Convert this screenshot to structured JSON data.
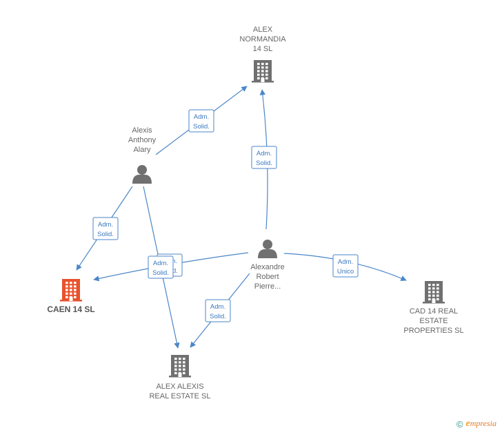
{
  "colors": {
    "edge": "#4a86c8",
    "building": "#707070",
    "building_main": "#e8532c",
    "person": "#707070"
  },
  "nodes": [
    {
      "id": "alex_normandia",
      "type": "company",
      "label": [
        "ALEX",
        "NORMANDIA",
        "14 SL"
      ],
      "main": false
    },
    {
      "id": "alexis_alary",
      "type": "person",
      "label": [
        "Alexis",
        "Anthony",
        "Alary"
      ],
      "main": false
    },
    {
      "id": "alexandre",
      "type": "person",
      "label": [
        "Alexandre",
        "Robert",
        "Pierre..."
      ],
      "main": false
    },
    {
      "id": "caen",
      "type": "company",
      "label": [
        "CAEN 14 SL"
      ],
      "main": true
    },
    {
      "id": "alex_alexis",
      "type": "company",
      "label": [
        "ALEX ALEXIS",
        "REAL ESTATE SL"
      ],
      "main": false
    },
    {
      "id": "cad14",
      "type": "company",
      "label": [
        "CAD 14 REAL",
        "ESTATE",
        "PROPERTIES SL"
      ],
      "main": false
    }
  ],
  "edges": [
    {
      "from": "alexis_alary",
      "to": "alex_normandia",
      "label": [
        "Adm.",
        "Solid."
      ]
    },
    {
      "from": "alexandre",
      "to": "alex_normandia",
      "label": [
        "Adm.",
        "Solid."
      ]
    },
    {
      "from": "alexis_alary",
      "to": "caen",
      "label": [
        "Adm.",
        "Solid."
      ]
    },
    {
      "from": "alexandre",
      "to": "caen",
      "label": [
        "Adm.",
        "Solid."
      ]
    },
    {
      "from": "alexis_alary",
      "to": "alex_alexis",
      "label": [
        "Adm.",
        "Solid."
      ]
    },
    {
      "from": "alexandre",
      "to": "alex_alexis",
      "label": [
        "Adm.",
        "Solid."
      ]
    },
    {
      "from": "alexandre",
      "to": "cad14",
      "label": [
        "Adm.",
        "Unico"
      ]
    }
  ],
  "footer": {
    "copyright": "©",
    "brand_initial": "e",
    "brand_rest": "mpresia"
  }
}
